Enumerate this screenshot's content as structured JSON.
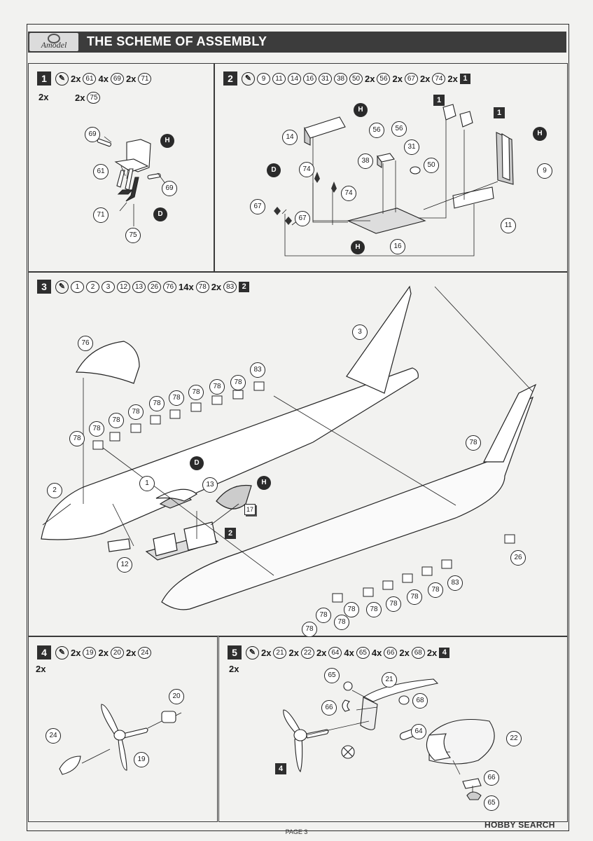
{
  "header": {
    "logo_text": "Amodel",
    "title": "THE SCHEME OF ASSEMBLY"
  },
  "footer": {
    "page": "PAGE 3"
  },
  "watermark": "HOBBY SEARCH",
  "steps": [
    {
      "num": "1",
      "line1": [
        "2x",
        "61",
        "4x",
        "69",
        "2x",
        "71"
      ],
      "line2a": "2x",
      "line2b": "2x",
      "line2c": "75",
      "labels": [
        "69",
        "61",
        "69",
        "71",
        "75"
      ],
      "paint": [
        "H",
        "D"
      ]
    },
    {
      "num": "2",
      "line1": [
        "9",
        "11",
        "14",
        "16",
        "31",
        "38",
        "50",
        "2x",
        "56",
        "2x",
        "67",
        "2x",
        "74",
        "2x"
      ],
      "ref": "1",
      "labels": [
        "14",
        "56",
        "56",
        "31",
        "38",
        "50",
        "74",
        "74",
        "67",
        "67",
        "16",
        "11",
        "9"
      ],
      "blocks": [
        "1",
        "1"
      ],
      "paint": [
        "H",
        "H",
        "D",
        "H"
      ]
    },
    {
      "num": "3",
      "line1": [
        "1",
        "2",
        "3",
        "12",
        "13",
        "26",
        "76",
        "14x",
        "78",
        "2x",
        "83"
      ],
      "ref": "2",
      "labels": [
        "76",
        "3",
        "83",
        "78",
        "78",
        "78",
        "78",
        "78",
        "78",
        "78",
        "78",
        "78",
        "78",
        "2",
        "1",
        "13",
        "12",
        "26",
        "83",
        "78",
        "78",
        "78",
        "78",
        "78",
        "78",
        "78",
        "78"
      ],
      "paint": [
        "D",
        "H"
      ],
      "subref": "17",
      "block": "2"
    },
    {
      "num": "4",
      "line1": [
        "2x",
        "19",
        "2x",
        "20",
        "2x",
        "24"
      ],
      "line2": "2x",
      "labels": [
        "20",
        "24",
        "19"
      ]
    },
    {
      "num": "5",
      "line1": [
        "2x",
        "21",
        "2x",
        "22",
        "2x",
        "64",
        "4x",
        "65",
        "4x",
        "66",
        "2x",
        "68",
        "2x"
      ],
      "ref": "4",
      "line2": "2x",
      "labels": [
        "65",
        "21",
        "66",
        "68",
        "64",
        "22",
        "66",
        "65"
      ],
      "block": "4"
    }
  ]
}
